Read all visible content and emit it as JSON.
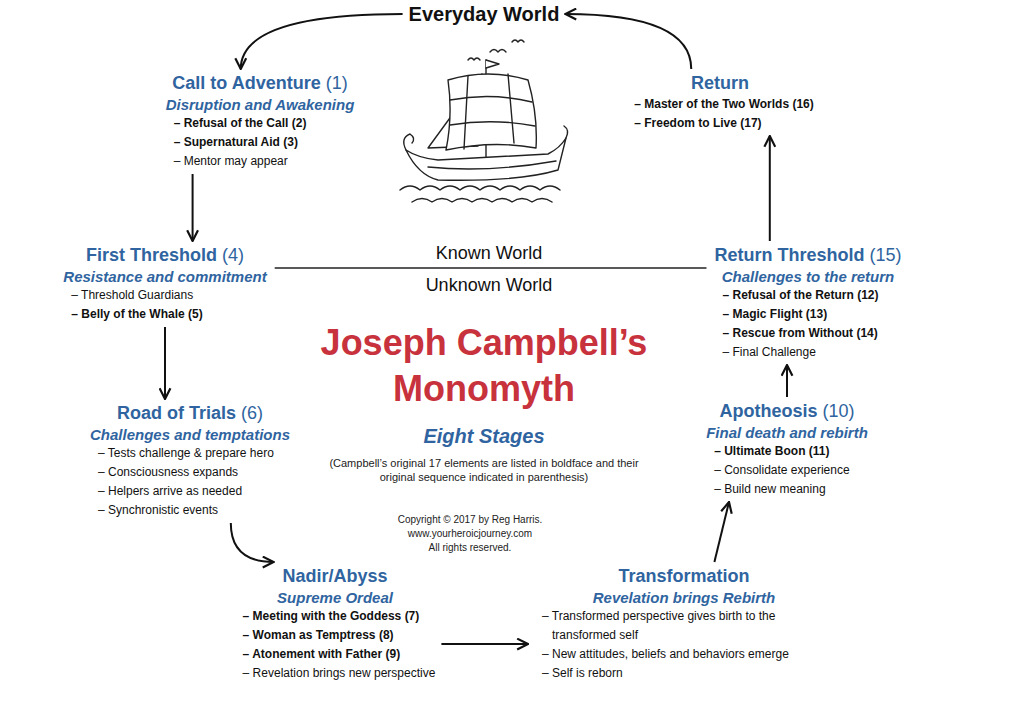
{
  "diagram": {
    "title": "Joseph Campbell’s Monomyth",
    "nodes": [
      {
        "text": [
          "Everyday World"
        ]
      },
      {
        "text": [
          "Call to Adventure",
          "(1)",
          "Disruption and Awakening",
          "– Refusal of the Call (2)",
          "– Supernatural Aid (3)",
          "– Mentor may appear"
        ]
      },
      {
        "text": [
          "First Threshold",
          "(4)",
          "Resistance and commitment",
          "– Threshold Guardians",
          "– Belly of the Whale (5)"
        ]
      },
      {
        "text": [
          "Road of Trials",
          "(6)",
          "Challenges and temptations",
          "– Tests challenge & prepare hero",
          "– Consciousness expands",
          "– Helpers arrive as needed",
          "– Synchronistic events"
        ]
      },
      {
        "text": [
          "Nadir/Abyss",
          "Supreme Ordeal",
          "– Meeting with the Goddess (7)",
          "– Woman as Temptress (8)",
          "– Atonement with Father (9)",
          "– Revelation brings new perspective"
        ]
      },
      {
        "text": [
          "Transformation",
          "Revelation brings Rebirth",
          "– Transformed perspective gives birth to the transformed self",
          "– New attitudes, beliefs and behaviors emerge",
          "– Self is reborn"
        ]
      },
      {
        "text": [
          "Apotheosis",
          "(10)",
          "Final death and rebirth",
          "– Ultimate Boon (11)",
          "– Consolidate experience",
          "– Build new meaning"
        ]
      },
      {
        "text": [
          "Return Threshold",
          "(15)",
          "Challenges to the return",
          "– Refusal of the Return (12)",
          "– Magic Flight (13)",
          "– Rescue from Without (14)",
          "– Final Challenge"
        ]
      },
      {
        "text": [
          "Return",
          "– Master of the Two Worlds (16)",
          "– Freedom to Live (17)"
        ]
      }
    ],
    "edges": [
      {
        "from": 0,
        "to": 1,
        "arrow": "to"
      },
      {
        "from": 1,
        "to": 2,
        "arrow": "to"
      },
      {
        "from": 2,
        "to": 3,
        "arrow": "to"
      },
      {
        "from": 3,
        "to": 4,
        "arrow": "to"
      },
      {
        "from": 4,
        "to": 5,
        "arrow": "to"
      },
      {
        "from": 5,
        "to": 6,
        "arrow": "to"
      },
      {
        "from": 6,
        "to": 7,
        "arrow": "to"
      },
      {
        "from": 7,
        "to": 8,
        "arrow": "to"
      },
      {
        "from": 8,
        "to": 0,
        "arrow": "to"
      }
    ],
    "labels": [
      "Known World",
      "Unknown World",
      "Eight Stages",
      "(Campbell’s original 17 elements are listed in boldface and their original sequence indicated in parenthesis)",
      "Copyright © 2017 by Reg Harris.",
      "www.yourheroicjourney.com",
      "All rights reserved."
    ]
  }
}
